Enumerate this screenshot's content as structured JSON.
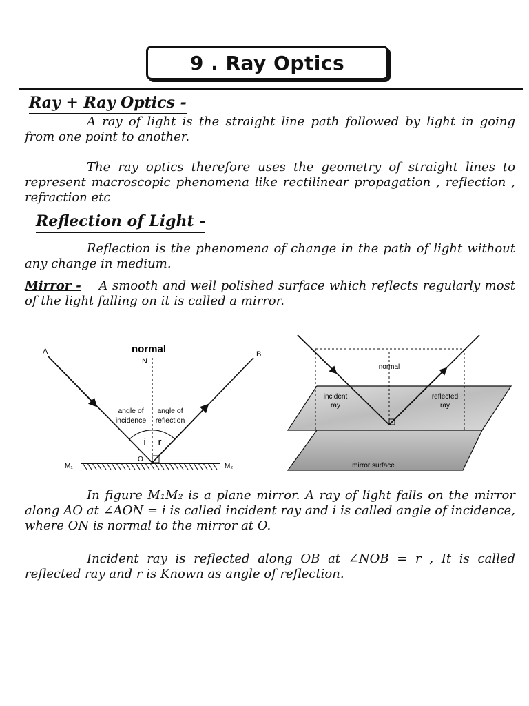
{
  "title": "9 . Ray Optics",
  "section1": {
    "heading": "Ray + Ray Optics -",
    "para1": "A ray of light is the straight line path followed by light in going from one point to another.",
    "para2": "The ray optics therefore uses the geometry of straight lines to represent macroscopic phenomena like rectilinear propagation , reflection , refraction etc"
  },
  "section2": {
    "heading": "Reflection of Light -",
    "para1": "Reflection is the phenomena of change in the path of light without any change in medium.",
    "mirror_label": "Mirror -",
    "mirror_text": "A smooth and well polished surface which reflects regularly most of the light falling on it is called a mirror."
  },
  "figure_left": {
    "title": "normal",
    "label_n": "N",
    "label_a": "A",
    "label_b": "B",
    "label_o": "O",
    "label_m1": "M₁",
    "label_m2": "M₂",
    "incidence_line1": "angle of",
    "incidence_line2": "incidence",
    "reflection_line1": "angle of",
    "reflection_line2": "reflection",
    "label_i": "i",
    "label_r": "r"
  },
  "figure_right": {
    "normal": "normal",
    "incident_line1": "incident",
    "incident_line2": "ray",
    "reflected_line1": "reflected",
    "reflected_line2": "ray",
    "surface": "mirror surface"
  },
  "section3": {
    "para1": "In figure M₁M₂ is a plane mirror. A ray of light falls on the mirror along AO at ∠AON = i is called incident ray and i is called angle of incidence, where ON is normal to the mirror at O.",
    "para2": "Incident ray is reflected along OB at ∠NOB = r , It is called reflected ray and r is Known as angle of reflection."
  }
}
